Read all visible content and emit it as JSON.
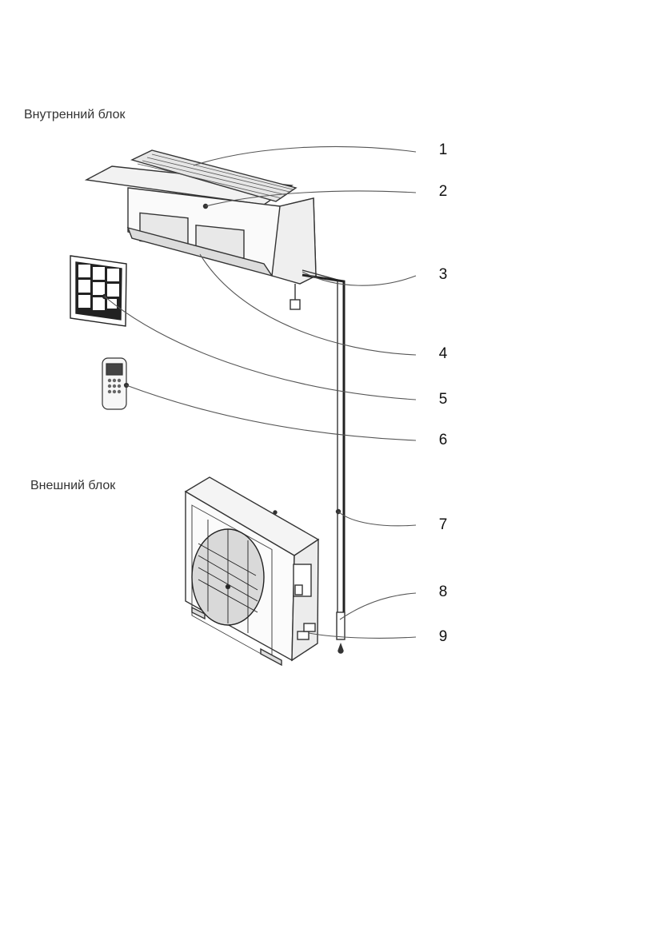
{
  "sections": {
    "indoor_label": "Внутренний блок",
    "outdoor_label": "Внешний блок"
  },
  "callouts": [
    "1",
    "2",
    "3",
    "4",
    "5",
    "6",
    "7",
    "8",
    "9"
  ],
  "line_color": "#555555",
  "drawing_color": "#333333"
}
